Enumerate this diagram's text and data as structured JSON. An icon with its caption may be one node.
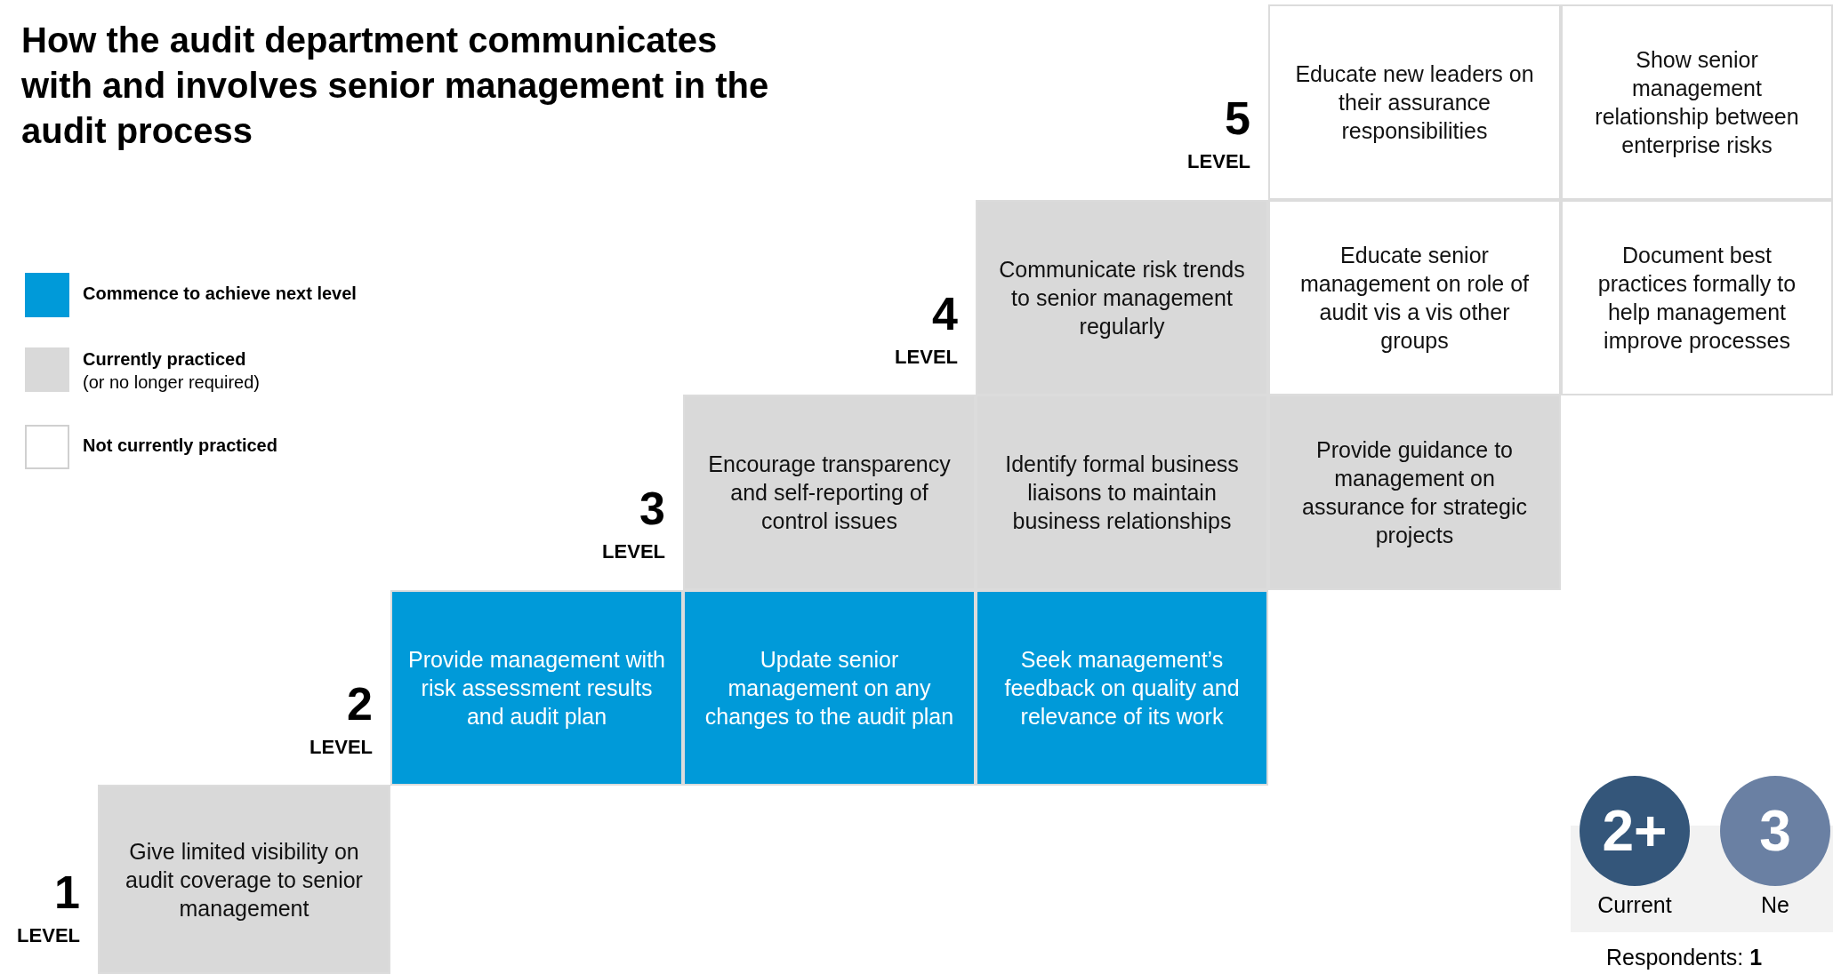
{
  "diagram": {
    "title": "How the audit department communicates with and involves senior management in the audit process",
    "nodes": [
      {
        "text": [
          "Educate new leaders on their assurance responsibilities"
        ]
      },
      {
        "text": [
          "Show senior management relationship between enterprise risks"
        ]
      },
      {
        "text": [
          "Communicate risk trends to senior management regularly"
        ]
      },
      {
        "text": [
          "Educate senior management on role of audit vis a vis other groups"
        ]
      },
      {
        "text": [
          "Document best practices formally to help management improve processes"
        ]
      },
      {
        "text": [
          "Encourage transparency and self-reporting of control issues"
        ]
      },
      {
        "text": [
          "Identify formal business liaisons to maintain business relationships"
        ]
      },
      {
        "text": [
          "Provide guidance to management on assurance for strategic projects"
        ]
      },
      {
        "text": [
          "Provide management with risk assessment results and audit plan"
        ]
      },
      {
        "text": [
          "Update senior management on any changes to the audit plan"
        ]
      },
      {
        "text": [
          "Seek management’s feedback on quality and relevance of its work"
        ]
      },
      {
        "text": [
          "Give limited visibility on audit coverage to senior management"
        ]
      },
      {
        "text": [
          "2+"
        ]
      },
      {
        "text": [
          "3"
        ]
      }
    ],
    "labels": [
      "5",
      "LEVEL",
      "4",
      "LEVEL",
      "3",
      "LEVEL",
      "2",
      "LEVEL",
      "1",
      "LEVEL",
      "Current",
      "Ne",
      "Respondents: **1**",
      "(or no longer required)"
    ],
    "legend": [
      {
        "text": "Commence to achieve next level",
        "color": "#009ad9"
      },
      {
        "text": "Currently practiced",
        "color": "#d9d9d9"
      },
      {
        "text": "Not currently practiced",
        "color": "#ffffff"
      }
    ]
  }
}
